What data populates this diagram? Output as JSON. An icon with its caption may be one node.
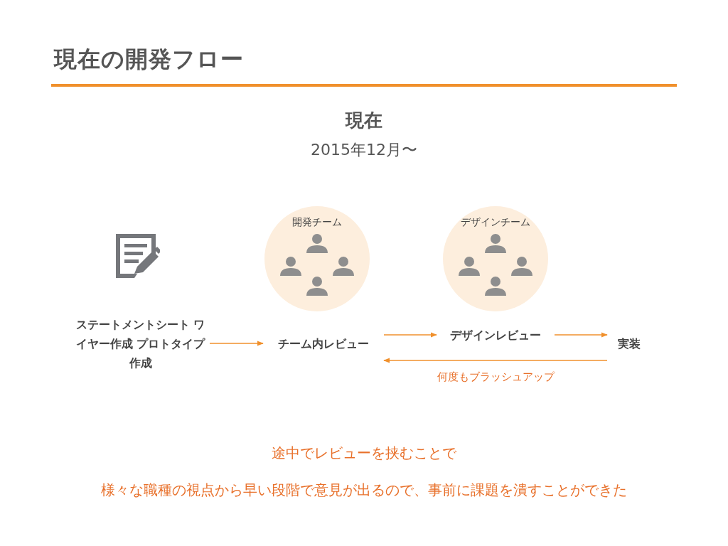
{
  "diagram": {
    "title": "現在の開発フロー",
    "nodes": [
      {
        "text": [
          "ステートメントシート ワイヤー作成 プロトタイプ作成"
        ]
      },
      {
        "text": [
          "開発チーム"
        ]
      },
      {
        "text": [
          "デザインチーム"
        ]
      },
      {
        "text": [
          "チーム内レビュー"
        ]
      },
      {
        "text": [
          "デザインレビュー"
        ]
      },
      {
        "text": [
          "実装"
        ]
      }
    ],
    "edges": [
      {
        "from": 0,
        "to": 3,
        "arrow": "to"
      },
      {
        "from": 3,
        "to": 4,
        "arrow": "to"
      },
      {
        "from": 4,
        "to": 5,
        "arrow": "to"
      },
      {
        "from": 5,
        "to": 3,
        "arrow": "to",
        "label": "何度もブラッシュアップ"
      }
    ],
    "labels": [
      "現在",
      "2015年12月〜",
      "途中でレビューを挟むことで",
      "様々な職種の視点から早い段階で意見が出るので、事前に課題を潰すことができた"
    ]
  }
}
